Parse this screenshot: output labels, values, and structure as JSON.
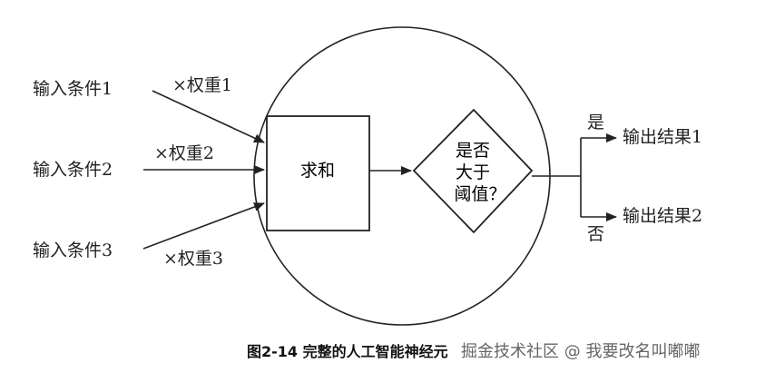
{
  "diagram": {
    "inputs": [
      {
        "label": "输入条件1",
        "weight": "×权重1"
      },
      {
        "label": "输入条件2",
        "weight": "×权重2"
      },
      {
        "label": "输入条件3",
        "weight": "×权重3"
      }
    ],
    "sum_label": "求和",
    "decision": {
      "line1": "是否",
      "line2": "大于",
      "line3": "阈值？"
    },
    "branches": {
      "yes": "是",
      "no": "否"
    },
    "outputs": {
      "result1": "输出结果1",
      "result2": "输出结果2"
    },
    "caption": "图2-14 完整的人工智能神经元",
    "watermark": "掘金技术社区 @ 我要改名叫嘟嘟"
  }
}
